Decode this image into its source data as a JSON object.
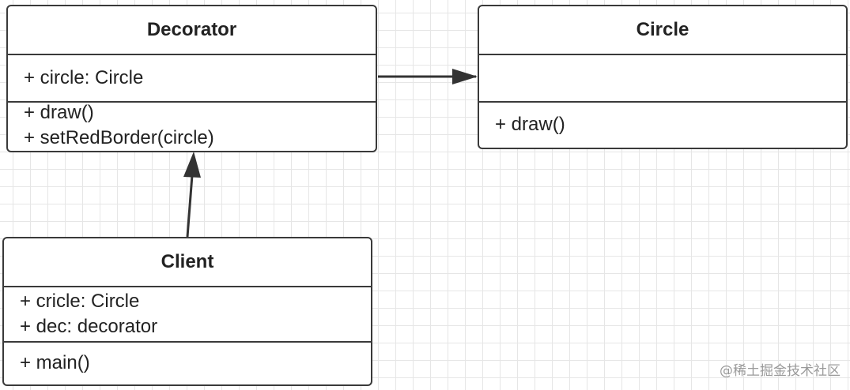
{
  "classes": {
    "decorator": {
      "name": "Decorator",
      "attributes": [
        "+ circle: Circle"
      ],
      "methods": [
        "+ draw()",
        "+ setRedBorder(circle)"
      ]
    },
    "circle": {
      "name": "Circle",
      "attributes": [],
      "methods": [
        "+ draw()"
      ]
    },
    "client": {
      "name": "Client",
      "attributes": [
        "+ cricle: Circle",
        "+ dec: decorator"
      ],
      "methods": [
        "+ main()"
      ]
    }
  },
  "relations": [
    {
      "from": "decorator",
      "to": "circle",
      "type": "association"
    },
    {
      "from": "client",
      "to": "decorator",
      "type": "association"
    }
  ],
  "watermark": "@稀土掘金技术社区"
}
